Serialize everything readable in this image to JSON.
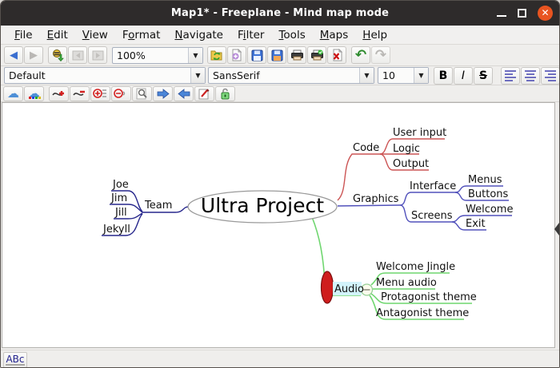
{
  "window": {
    "title": "Map1* - Freeplane - Mind map mode",
    "controls": [
      "minimize",
      "maximize",
      "close"
    ]
  },
  "menu": {
    "items": [
      {
        "label": "File",
        "m": 0
      },
      {
        "label": "Edit",
        "m": 0
      },
      {
        "label": "View",
        "m": 0
      },
      {
        "label": "Format",
        "m": 1
      },
      {
        "label": "Navigate",
        "m": 0
      },
      {
        "label": "Filter",
        "m": 1
      },
      {
        "label": "Tools",
        "m": 0
      },
      {
        "label": "Maps",
        "m": 0
      },
      {
        "label": "Help",
        "m": 0
      }
    ]
  },
  "toolbar_main": {
    "zoom_value": "100%",
    "icons": [
      "back",
      "forward",
      "new-map",
      "prev-map-disabled",
      "next-map-disabled",
      "zoom-combo",
      "open-recent",
      "new-document",
      "save",
      "save-as",
      "print",
      "print-preview",
      "close-map",
      "undo",
      "redo"
    ]
  },
  "toolbar_format": {
    "style_value": "Default",
    "font_value": "SansSerif",
    "size_value": "10",
    "bold_label": "B",
    "italic_label": "I",
    "strike_label": "S",
    "icons": [
      "style-combo",
      "font-combo",
      "size-combo",
      "bold",
      "italic",
      "strikethrough",
      "align-left",
      "align-center",
      "align-right"
    ]
  },
  "toolbar_edit": {
    "icons": [
      "cloud",
      "cloud-color",
      "add-connector",
      "remove-connector",
      "unfold-all",
      "fold-all",
      "zoom-selection",
      "next-node",
      "previous-node",
      "edit-node",
      "lock"
    ]
  },
  "statusbar": {
    "spell_label": "ABc"
  },
  "mindmap": {
    "root": "Ultra Project",
    "team": {
      "label": "Team",
      "children": [
        "Joe",
        "Jim",
        "Jill",
        "Jekyll"
      ]
    },
    "code": {
      "label": "Code",
      "children": [
        "User input",
        "Logic",
        "Output"
      ]
    },
    "graphics": {
      "label": "Graphics",
      "children": [
        {
          "label": "Interface",
          "children": [
            "Menus",
            "Buttons"
          ]
        },
        {
          "label": "Screens",
          "children": [
            "Welcome",
            "Exit"
          ]
        }
      ]
    },
    "audio": {
      "label": "Audio",
      "children": [
        "Welcome Jingle",
        "Menu audio",
        "Protagonist theme",
        "Antagonist theme"
      ]
    },
    "colors": {
      "team": "#26268c",
      "code": "#cc5555",
      "graphics": "#5151bb",
      "audio": "#6fd66f",
      "marker": "#cf1d1d",
      "selection": "#d2f3fb"
    }
  }
}
